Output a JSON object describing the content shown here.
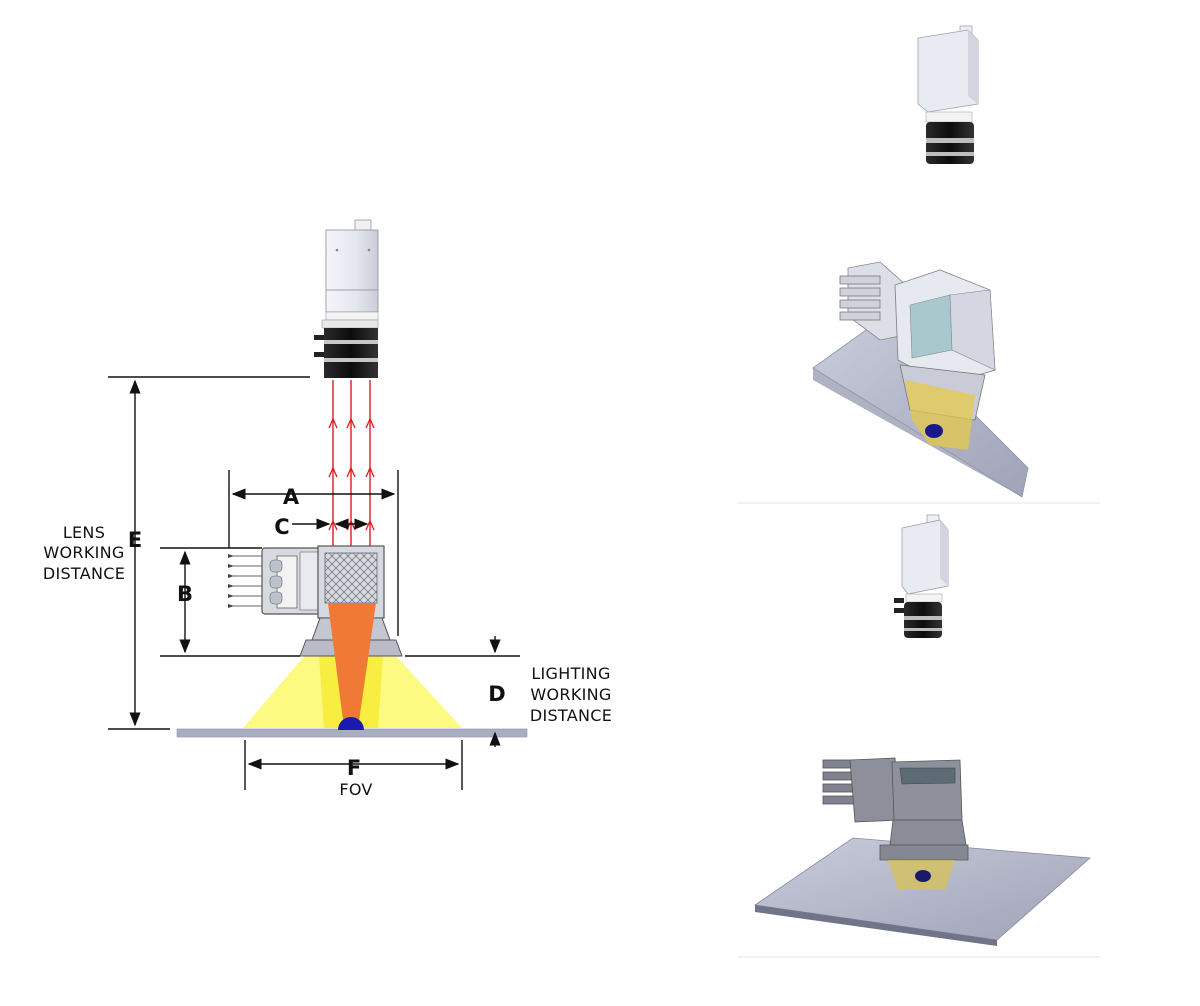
{
  "diagram": {
    "labels": {
      "A": "A",
      "B": "B",
      "C": "C",
      "D": "D",
      "E": "E",
      "F": "F",
      "fov": "FOV",
      "lens_working_distance": [
        "LENS",
        "WORKING",
        "DISTANCE"
      ],
      "lighting_working_distance": [
        "LIGHTING",
        "WORKING",
        "DISTANCE"
      ]
    },
    "colors": {
      "rays": "#e01b1b",
      "lens_cone": "#f07a35",
      "light_fan": "#fdfa7a",
      "target": "#1a1ab0",
      "surface": "#a8adbf"
    }
  },
  "thumbnails": {
    "items": [
      {
        "name": "camera-front-view"
      },
      {
        "name": "dome-light-assembly-iso-view"
      },
      {
        "name": "camera-side-view"
      },
      {
        "name": "dome-light-assembly-bottom-view"
      }
    ]
  }
}
